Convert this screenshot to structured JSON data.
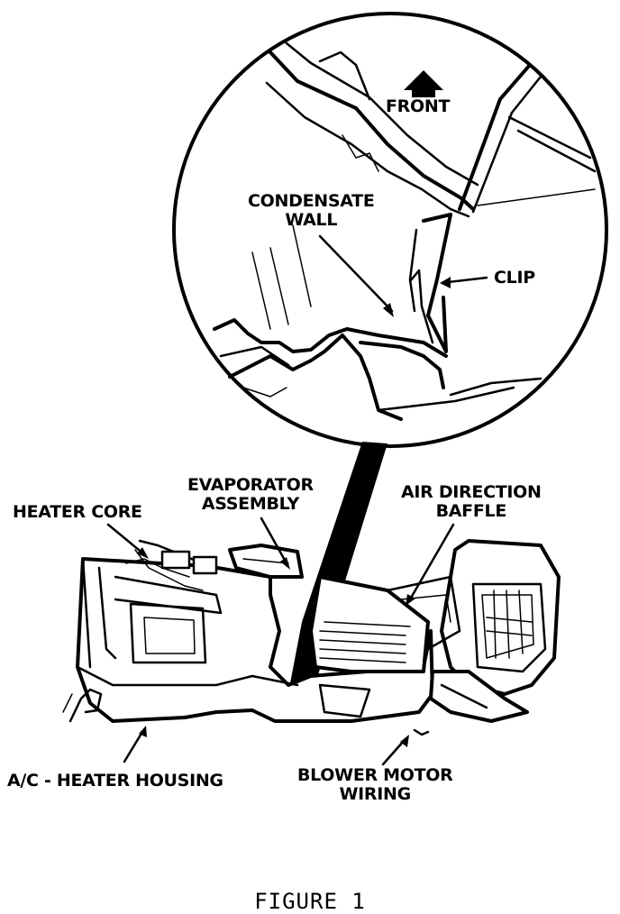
{
  "labels": {
    "front": "FRONT",
    "condensate_wall_line1": "CONDENSATE",
    "condensate_wall_line2": "WALL",
    "clip": "CLIP",
    "evaporator_line1": "EVAPORATOR",
    "evaporator_line2": "ASSEMBLY",
    "heater_core": "HEATER CORE",
    "air_direction_line1": "AIR DIRECTION",
    "air_direction_line2": "BAFFLE",
    "housing": "A/C - HEATER HOUSING",
    "blower_line1": "BLOWER MOTOR",
    "blower_line2": "WIRING"
  },
  "caption": "FIGURE 1"
}
